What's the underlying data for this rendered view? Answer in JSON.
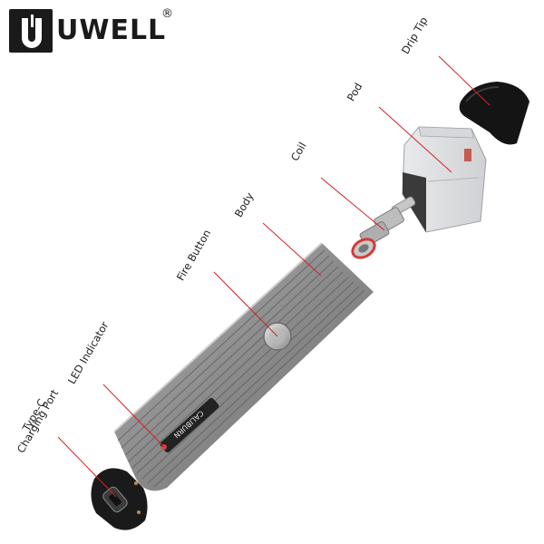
{
  "brand": {
    "name": "UWELL",
    "registered_mark": "®",
    "logo_letter": "U"
  },
  "labels": {
    "drip_tip": "Drip Tip",
    "pod": "Pod",
    "coil": "Coil",
    "body": "Body",
    "fire_button": "Fire Button",
    "led_indicator": "LED Indicator",
    "charging_port_line1": "Type-C",
    "charging_port_line2": "Charging Port"
  },
  "device": {
    "body_engraving": "CALIBURN"
  },
  "colors": {
    "leader_line": "#d81f2a",
    "body_metal": "#8e8e8e",
    "logo": "#1a1a1a"
  }
}
